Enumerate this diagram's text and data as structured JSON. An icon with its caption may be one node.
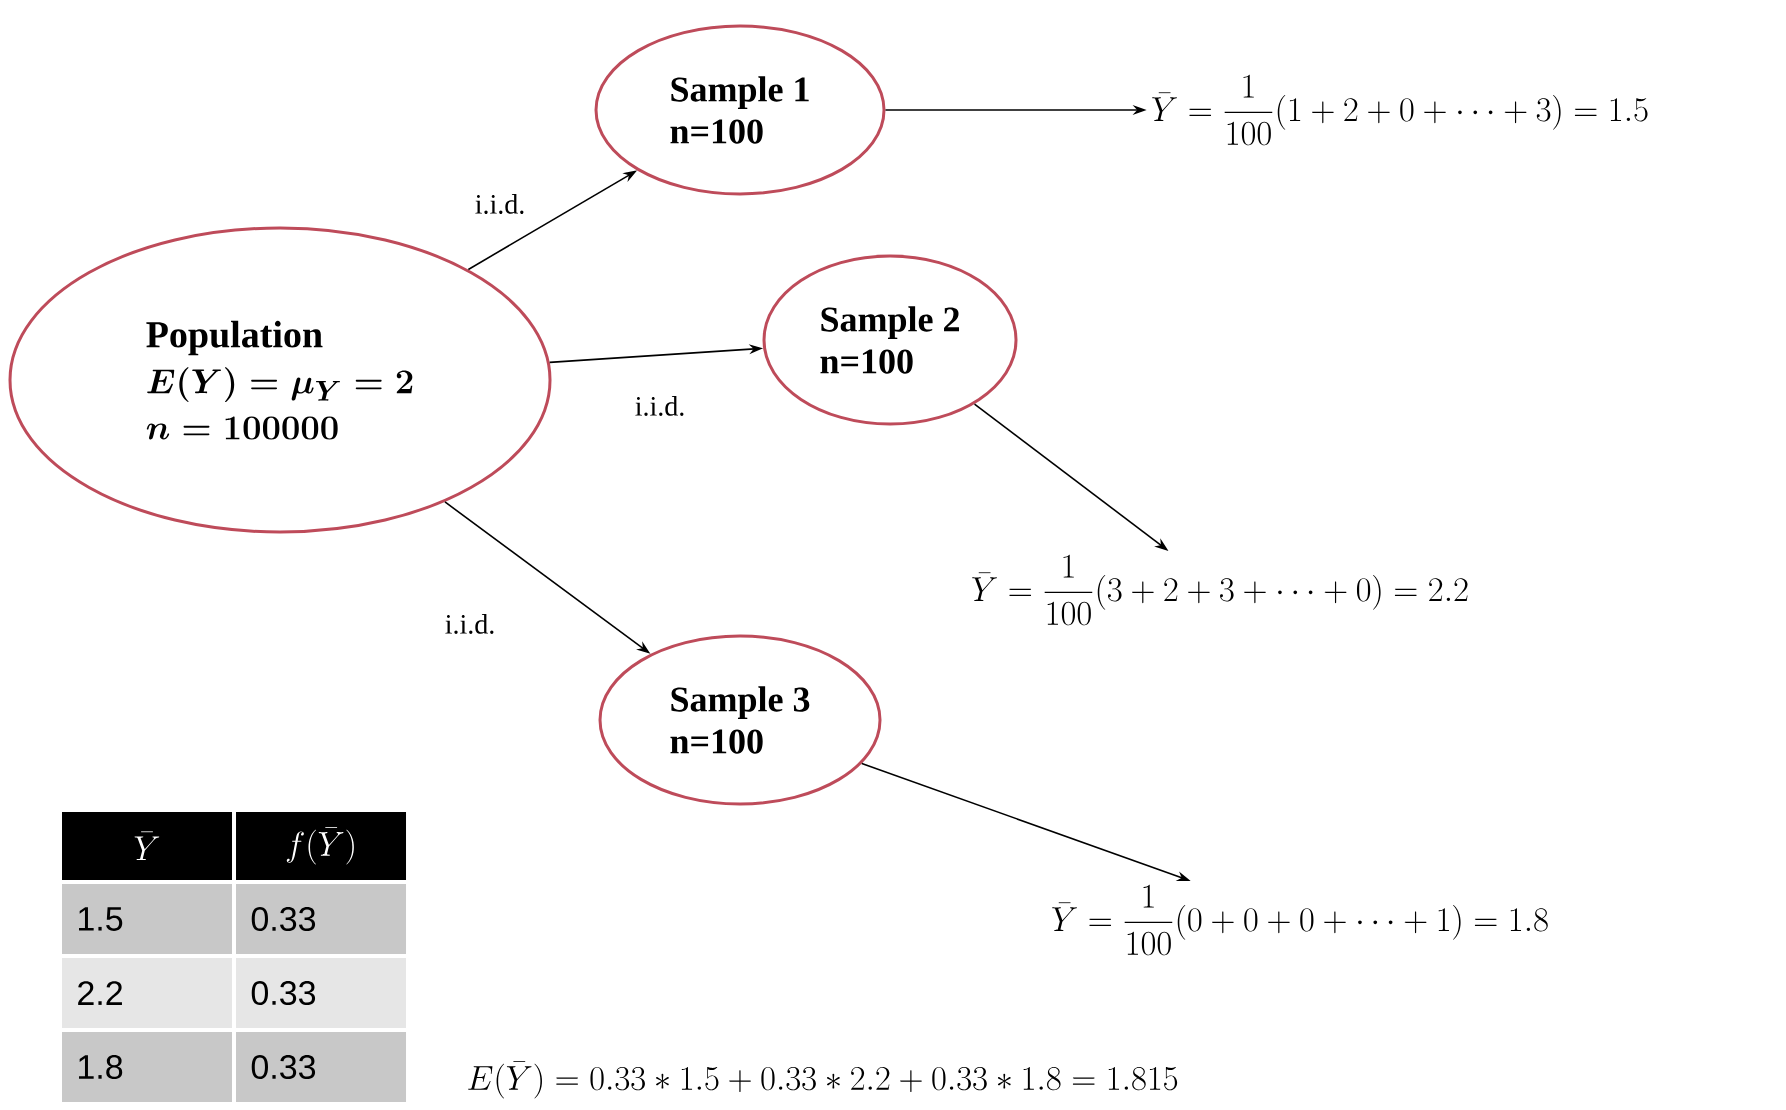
{
  "diagram": {
    "nodes": [
      {
        "text": [
          "Population",
          "E(Y) = \\mu_Y = 2",
          "n = 100000"
        ]
      },
      {
        "text": [
          "Sample 1",
          "n=100"
        ]
      },
      {
        "text": [
          "Sample 2",
          "n=100"
        ]
      },
      {
        "text": [
          "Sample 3",
          "n=100"
        ]
      },
      {
        "text": [
          "\\bar{Y} = \\frac{1}{100}(1+2+0+\\cdots+3) = 1.5"
        ]
      },
      {
        "text": [
          "\\bar{Y} = \\frac{1}{100}(3+2+3+\\cdots+0) = 2.2"
        ]
      },
      {
        "text": [
          "\\bar{Y} = \\frac{1}{100}(0+0+0+\\cdots+1) = 1.8"
        ]
      }
    ],
    "edges": [
      {
        "from": 0,
        "to": 1,
        "arrow": "to",
        "label": "i.i.d."
      },
      {
        "from": 0,
        "to": 2,
        "arrow": "to",
        "label": "i.i.d."
      },
      {
        "from": 0,
        "to": 3,
        "arrow": "to",
        "label": "i.i.d."
      },
      {
        "from": 1,
        "to": 4,
        "arrow": "to"
      },
      {
        "from": 2,
        "to": 5,
        "arrow": "to"
      },
      {
        "from": 3,
        "to": 6,
        "arrow": "to"
      }
    ],
    "labels": [
      "\\bar{Y}",
      "f(\\bar{Y})",
      "1.5",
      "0.33",
      "2.2",
      "0.33",
      "1.8",
      "0.33",
      "E(\\bar{Y}) = 0.33*1.5+0.33*2.2+0.33*1.8 = 1.815"
    ]
  }
}
